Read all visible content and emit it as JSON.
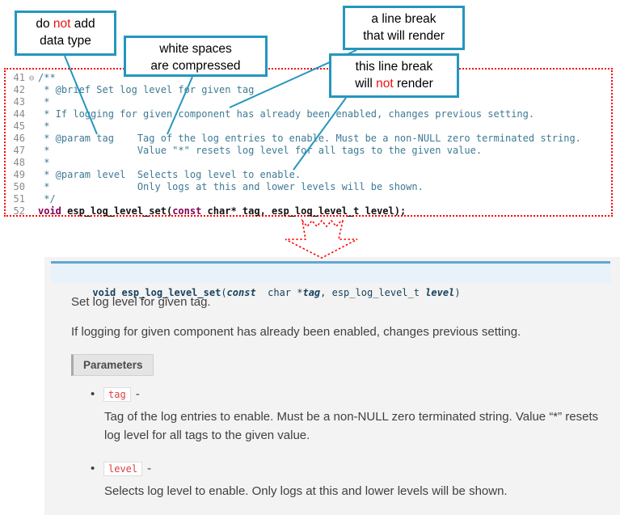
{
  "colors": {
    "callout_border": "#2596be",
    "arrow_teal": "#2596be",
    "dotted_red": "#ff0000",
    "red_text": "#ee1111",
    "code_comment": "#3e7a93",
    "code_keyword": "#7f0055",
    "panel_bg": "#f3f3f3",
    "sig_bg": "#e7f2fa",
    "sig_border": "#5fa6d4",
    "param_chip_text": "#e03e3e"
  },
  "callouts": {
    "no_datatype": {
      "lines": [
        [
          {
            "t": "do "
          },
          {
            "t": "not",
            "s": "red"
          },
          {
            "t": " add"
          }
        ],
        [
          {
            "t": "data type"
          }
        ]
      ]
    },
    "whitespace": {
      "lines": [
        [
          {
            "t": "white spaces"
          }
        ],
        [
          {
            "t": "are compressed"
          }
        ]
      ]
    },
    "break_render": {
      "lines": [
        [
          {
            "t": "a line break"
          }
        ],
        [
          {
            "t": "that will render"
          }
        ]
      ]
    },
    "break_norender": {
      "lines": [
        [
          {
            "t": "this line break"
          }
        ],
        [
          {
            "t": "will "
          },
          {
            "t": "not",
            "s": "red"
          },
          {
            "t": " render"
          }
        ]
      ]
    }
  },
  "editor": {
    "lines": [
      {
        "num": "41",
        "fold": "⊖",
        "segments": [
          {
            "t": "/**",
            "s": "comment"
          }
        ]
      },
      {
        "num": "42",
        "segments": [
          {
            "t": " * @brief Set log level for given tag",
            "s": "comment"
          }
        ]
      },
      {
        "num": "43",
        "segments": [
          {
            "t": " *",
            "s": "comment"
          }
        ]
      },
      {
        "num": "44",
        "segments": [
          {
            "t": " * If logging for given component has already been enabled, changes previous setting.",
            "s": "comment"
          }
        ]
      },
      {
        "num": "45",
        "segments": [
          {
            "t": " *",
            "s": "comment"
          }
        ]
      },
      {
        "num": "46",
        "segments": [
          {
            "t": " * @param tag    Tag of the log entries to enable. Must be a non-NULL zero terminated string.",
            "s": "comment"
          }
        ]
      },
      {
        "num": "47",
        "segments": [
          {
            "t": " *               Value \"*\" resets log level for all tags to the given value.",
            "s": "comment"
          }
        ]
      },
      {
        "num": "48",
        "segments": [
          {
            "t": " *",
            "s": "comment"
          }
        ]
      },
      {
        "num": "49",
        "segments": [
          {
            "t": " * @param level  Selects log level to enable.",
            "s": "comment"
          }
        ]
      },
      {
        "num": "50",
        "segments": [
          {
            "t": " *               Only logs at this and lower levels will be shown.",
            "s": "comment"
          }
        ]
      },
      {
        "num": "51",
        "segments": [
          {
            "t": " */",
            "s": "comment"
          }
        ]
      },
      {
        "num": "52",
        "segments": [
          {
            "t": "void",
            "s": "keyword"
          },
          {
            "t": " ",
            "s": "code"
          },
          {
            "t": "esp_log_level_set",
            "s": "func"
          },
          {
            "t": "(",
            "s": "code"
          },
          {
            "t": "const",
            "s": "keyword"
          },
          {
            "t": " char* tag, esp_log_level_t level);",
            "s": "code"
          }
        ]
      }
    ]
  },
  "docs": {
    "signature": {
      "segments": [
        {
          "t": "void ",
          "s": "sig-kw"
        },
        {
          "t": "esp_log_level_set",
          "s": "sig-name"
        },
        {
          "t": "(",
          "s": "sig-p"
        },
        {
          "t": "const",
          "s": "sig-kw-i"
        },
        {
          "t": "  char *",
          "s": "sig-p"
        },
        {
          "t": "tag",
          "s": "sig-arg"
        },
        {
          "t": ", ",
          "s": "sig-p"
        },
        {
          "t": "esp_log_level_t ",
          "s": "sig-p"
        },
        {
          "t": "level",
          "s": "sig-arg"
        },
        {
          "t": ")",
          "s": "sig-p"
        }
      ]
    },
    "para1": "Set log level for given tag.",
    "para2": "If logging for given component has already been enabled, changes previous setting.",
    "parameters_label": "Parameters",
    "bullet_char": "•",
    "params": [
      {
        "name": "tag",
        "sep": "-",
        "desc": "Tag of the log entries to enable. Must be a non-NULL zero terminated string. Value “*” resets log level for all tags to the given value."
      },
      {
        "name": "level",
        "sep": "-",
        "desc": "Selects log level to enable. Only logs at this and lower levels will be shown."
      }
    ]
  }
}
